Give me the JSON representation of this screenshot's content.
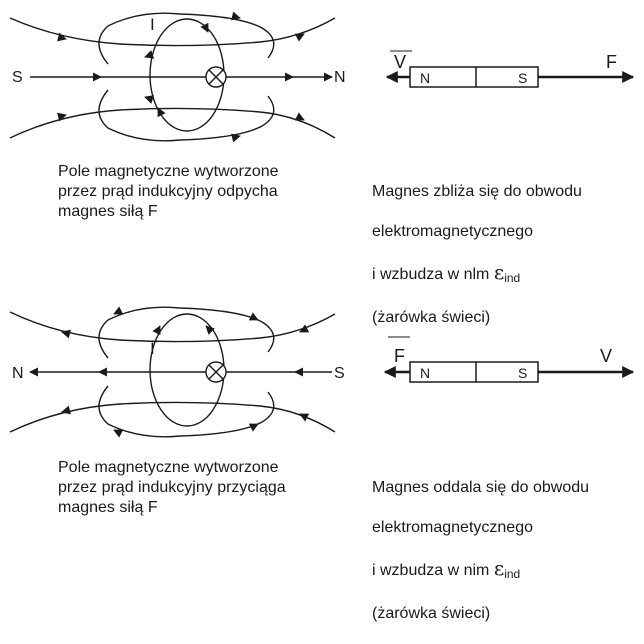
{
  "panel_top": {
    "left_pole": "S",
    "right_pole": "N",
    "current_label": "I",
    "velocity_label": "V",
    "force_label": "F",
    "magnet_left": "N",
    "magnet_right": "S",
    "caption_left": "Pole magnetyczne wytworzone\nprzez prąd indukcyjny odpycha\nmagnes siłą F",
    "caption_right_lines": [
      "Magnes zbliża się do obwodu",
      "elektromagnetycznego"
    ],
    "caption_right_prefix": "i wzbudza w nlm ",
    "caption_right_last": "(żarówka świeci)"
  },
  "panel_bottom": {
    "left_pole": "N",
    "right_pole": "S",
    "current_label": "I",
    "velocity_label": "V",
    "force_label": "F",
    "magnet_left": "N",
    "magnet_right": "S",
    "caption_left": "Pole magnetyczne wytworzone\nprzez prąd indukcyjny przyciąga\nmagnes siłą F",
    "caption_right_lines": [
      "Magnes oddala się do obwodu",
      "elektromagnetycznego"
    ],
    "caption_right_prefix": "i wzbudza w nim ",
    "caption_right_last": "(żarówka świeci)"
  },
  "emf_symbol": "ε",
  "emf_subscript": "ind"
}
